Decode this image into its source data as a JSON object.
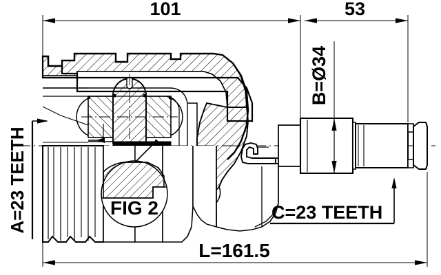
{
  "drawing": {
    "title": "CV joint cross-section drawing",
    "units": "mm",
    "line_color": "#000000",
    "background_color": "#ffffff"
  },
  "dimensions": {
    "top_left_length": "101",
    "top_right_length": "53",
    "overall_length": "L=161.5",
    "shaft_diameter": "B=Ø34"
  },
  "annotations": {
    "inner_spline": "A=23 TEETH",
    "outer_spline": "C=23 TEETH",
    "detail_bubble": "FIG 2"
  },
  "chart_data": {
    "type": "table",
    "title": "CV joint dimensional callouts",
    "categories": [
      "101",
      "53",
      "L=161.5",
      "B=Ø34",
      "A=23 TEETH",
      "C=23 TEETH",
      "FIG 2"
    ],
    "values": [
      101,
      53,
      161.5,
      34,
      23,
      23,
      2
    ]
  }
}
